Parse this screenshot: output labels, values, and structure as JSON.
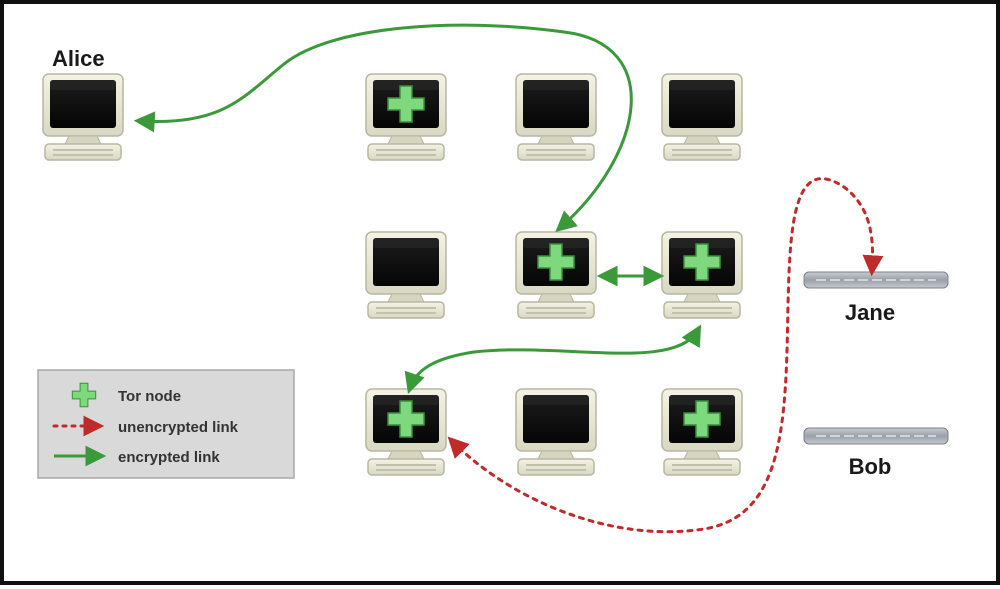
{
  "labels": {
    "alice": "Alice",
    "jane": "Jane",
    "bob": "Bob"
  },
  "legend": {
    "tor_node": "Tor node",
    "unencrypted": "unencrypted link",
    "encrypted": "encrypted link"
  },
  "colors": {
    "encrypted": "#3a9a3a",
    "unencrypted": "#c02a2a",
    "tor_cross": "#7ed87e",
    "screen": "#0d0d0d",
    "bezel": "#ecebd8",
    "legend_bg": "#d9d9d9"
  },
  "icons": {
    "computer": "computer-icon",
    "tor": "tor-node-icon",
    "server": "server-icon"
  }
}
